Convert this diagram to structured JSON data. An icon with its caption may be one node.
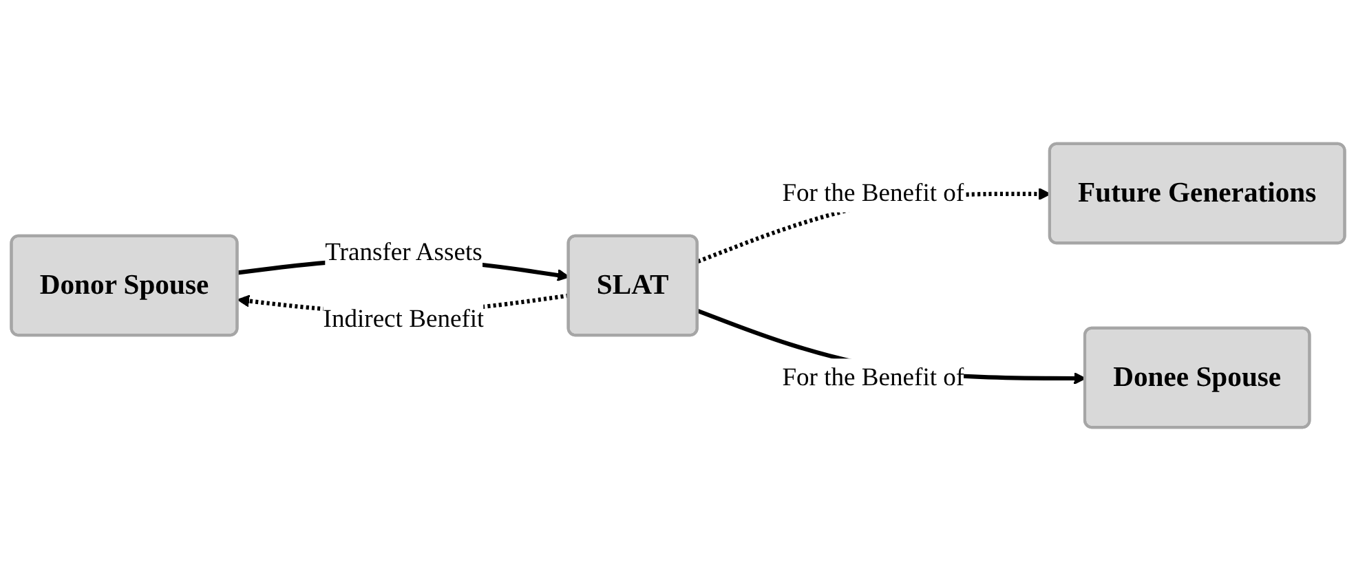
{
  "diagram": {
    "nodes": [
      {
        "text": [
          "Donor Spouse"
        ]
      },
      {
        "text": [
          "SLAT"
        ]
      },
      {
        "text": [
          "Future Generations"
        ]
      },
      {
        "text": [
          "Donee Spouse"
        ]
      }
    ],
    "edges": [
      {
        "from": 0,
        "to": 1,
        "arrow": "to",
        "label": "Transfer Assets"
      },
      {
        "from": 1,
        "to": 0,
        "arrow": "to",
        "label": "Indirect Benefit",
        "style": "dashed"
      },
      {
        "from": 1,
        "to": 2,
        "arrow": "to",
        "label": "For the Benefit of",
        "style": "dashed"
      },
      {
        "from": 1,
        "to": 3,
        "arrow": "to",
        "label": "For the Benefit of"
      }
    ]
  }
}
